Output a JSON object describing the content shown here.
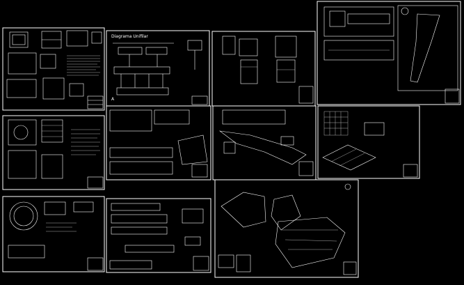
{
  "drawing": {
    "background_color": "#000000",
    "line_color": "#ffffff",
    "title_text": "Diagrama Unifilar",
    "sheets": [
      {
        "id": "s1"
      },
      {
        "id": "s2"
      },
      {
        "id": "s3"
      },
      {
        "id": "s4"
      },
      {
        "id": "s5"
      },
      {
        "id": "s6"
      },
      {
        "id": "s7"
      },
      {
        "id": "s8"
      },
      {
        "id": "s9"
      },
      {
        "id": "s10"
      },
      {
        "id": "s11"
      }
    ]
  }
}
